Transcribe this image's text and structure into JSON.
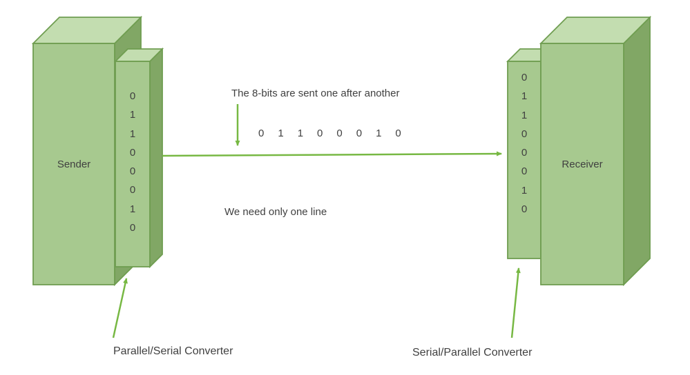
{
  "sender": {
    "label": "Sender",
    "bits": [
      "0",
      "1",
      "1",
      "0",
      "0",
      "0",
      "1",
      "0"
    ]
  },
  "receiver": {
    "label": "Receiver",
    "bits": [
      "0",
      "1",
      "1",
      "0",
      "0",
      "0",
      "1",
      "0"
    ]
  },
  "channel": {
    "caption_top": "The 8-bits are sent one after another",
    "serial_bits": [
      "0",
      "1",
      "1",
      "0",
      "0",
      "0",
      "1",
      "0"
    ],
    "caption_bottom": "We need only one line"
  },
  "converters": {
    "left_label": "Parallel/Serial Converter",
    "right_label": "Serial/Parallel Converter"
  },
  "colors": {
    "box_front": "#a7c98f",
    "box_top": "#c3ddb0",
    "box_side": "#81a765",
    "box_border": "#6f9d50",
    "arrow": "#77b843",
    "text": "#404040"
  }
}
